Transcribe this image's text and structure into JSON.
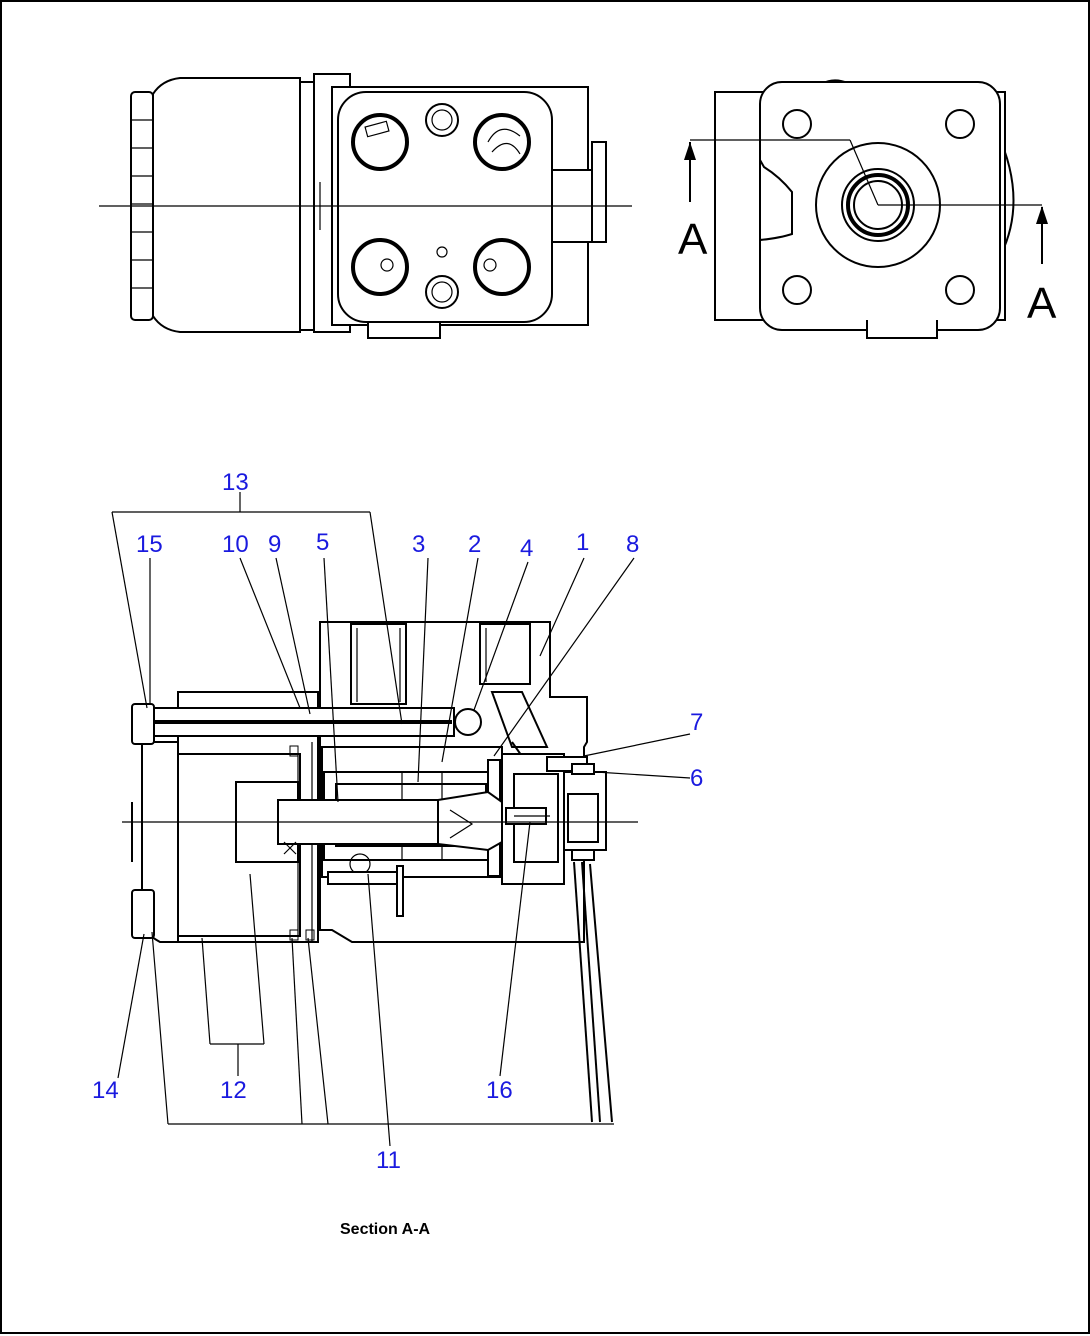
{
  "diagram": {
    "section_labels": [
      "A",
      "A"
    ],
    "caption": "Section A-A",
    "callouts": {
      "c1": "1",
      "c2": "2",
      "c3": "3",
      "c4": "4",
      "c5": "5",
      "c6": "6",
      "c7": "7",
      "c8": "8",
      "c9": "9",
      "c10": "10",
      "c11": "11",
      "c12": "12",
      "c13": "13",
      "c14": "14",
      "c15": "15",
      "c16": "16"
    },
    "callout_color": "#1a1adf"
  }
}
